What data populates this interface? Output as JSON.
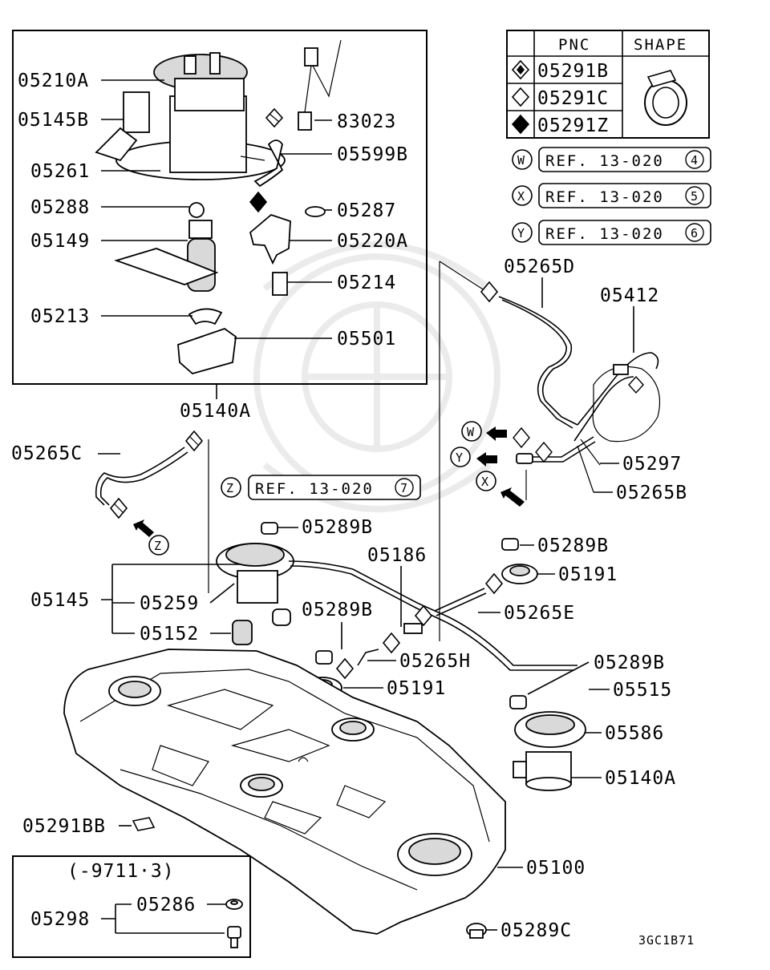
{
  "diagram_code": "3GC1B71",
  "table": {
    "header_pnc": "PNC",
    "header_shape": "SHAPE",
    "rows": [
      {
        "symbol": "diamond-hatched",
        "pnc": "05291B"
      },
      {
        "symbol": "diamond-open",
        "pnc": "05291C"
      },
      {
        "symbol": "diamond-filled",
        "pnc": "05291Z"
      }
    ]
  },
  "refs": [
    {
      "letter": "W",
      "text": "REF. 13-020",
      "num": "4"
    },
    {
      "letter": "X",
      "text": "REF. 13-020",
      "num": "5"
    },
    {
      "letter": "Y",
      "text": "REF. 13-020",
      "num": "6"
    },
    {
      "letter": "Z",
      "text": "REF. 13-020",
      "num": "7"
    }
  ],
  "connector_letters": {
    "w": "W",
    "x": "X",
    "y": "Y",
    "z": "Z"
  },
  "variant_note": "(-9711·3)",
  "parts": {
    "p05210A": "05210A",
    "p05145B": "05145B",
    "p05261": "05261",
    "p05288": "05288",
    "p05149": "05149",
    "p05213": "05213",
    "p83023": "83023",
    "p05599B": "05599B",
    "p05287": "05287",
    "p05220A": "05220A",
    "p05214": "05214",
    "p05501": "05501",
    "p05140A_top": "05140A",
    "p05265D": "05265D",
    "p05412": "05412",
    "p05297": "05297",
    "p05265B": "05265B",
    "p05265C": "05265C",
    "p05289B_1": "05289B",
    "p05289B_2": "05289B",
    "p05289B_3": "05289B",
    "p05289B_4": "05289B",
    "p05186": "05186",
    "p05191_1": "05191",
    "p05191_2": "05191",
    "p05145": "05145",
    "p05259": "05259",
    "p05152": "05152",
    "p05265E": "05265E",
    "p05265H": "05265H",
    "p05515": "05515",
    "p05586": "05586",
    "p05140A_bottom": "05140A",
    "p05291BB": "05291BB",
    "p05100": "05100",
    "p05298": "05298",
    "p05286": "05286",
    "p05289C": "05289C"
  }
}
